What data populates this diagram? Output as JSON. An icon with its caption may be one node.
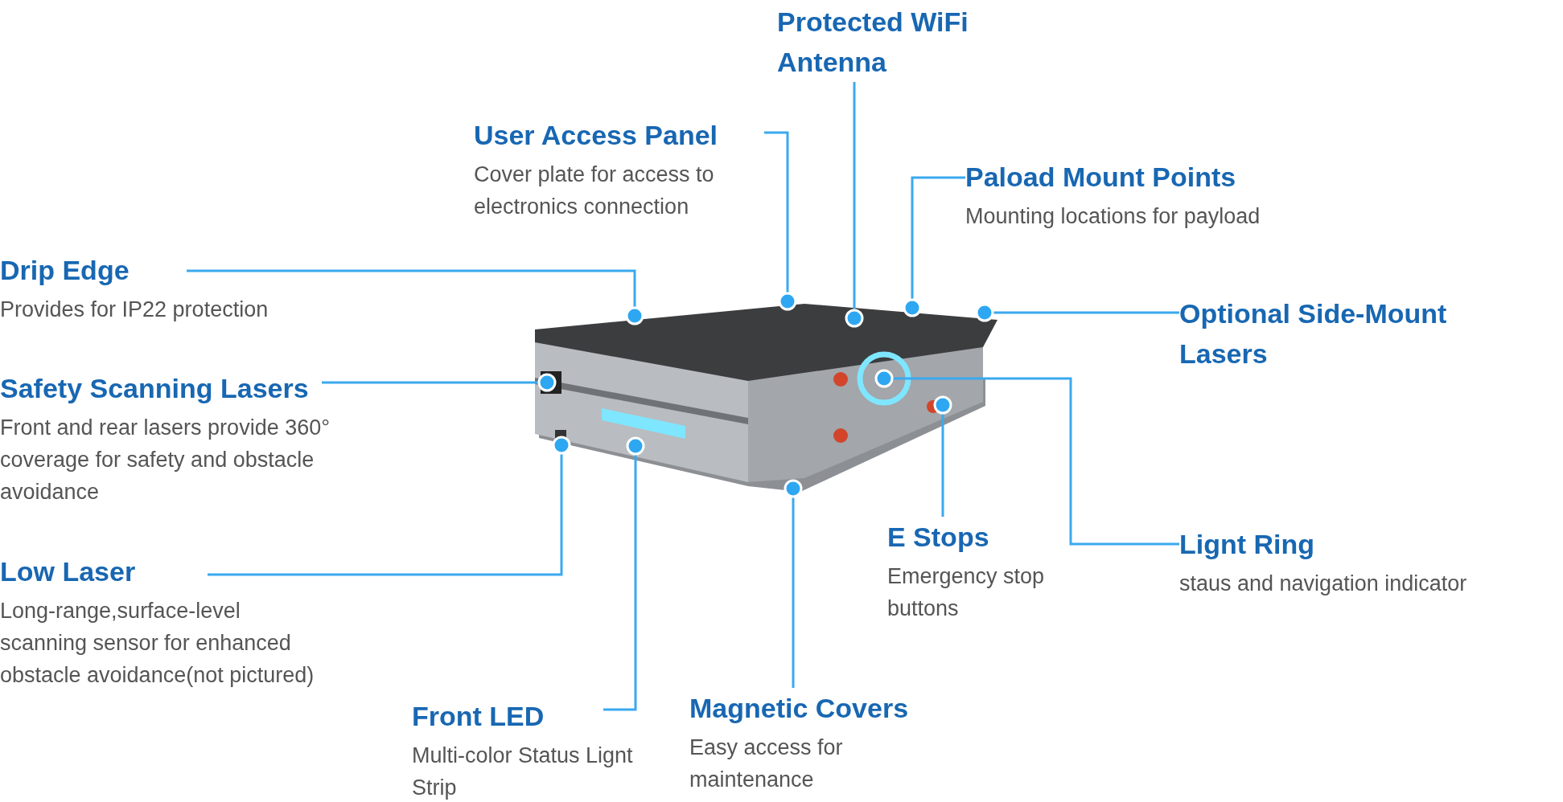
{
  "diagram": {
    "nodes": [
      {
        "text": [
          "Protected WiFi Antenna"
        ]
      },
      {
        "text": [
          "User Access Panel",
          "Cover plate for access to electronics connection"
        ]
      },
      {
        "text": [
          "Paload Mount Points",
          "Mounting locations for payload"
        ]
      },
      {
        "text": [
          "Drip Edge",
          "Provides for IP22 protection"
        ]
      },
      {
        "text": [
          "Optional Side-Mount Lasers"
        ]
      },
      {
        "text": [
          "Safety Scanning Lasers",
          "Front and rear lasers provide 360° coverage for safety and obstacle avoidance"
        ]
      },
      {
        "text": [
          "E Stops",
          "Emergency stop buttons"
        ]
      },
      {
        "text": [
          "Lignt Ring",
          "staus and navigation indicator"
        ]
      },
      {
        "text": [
          "Low Laser",
          "Long-range,surface-level scanning sensor for enhanced obstacle avoidance(not pictured)"
        ]
      },
      {
        "text": [
          "Front LED",
          "Multi-color Status Lignt Strip"
        ]
      },
      {
        "text": [
          "Magnetic Covers",
          "Easy access for maintenance"
        ]
      },
      {
        "text": [],
        "shape": "picture"
      }
    ],
    "edges": [
      {
        "from": 0,
        "to": 11,
        "arrow": "other"
      },
      {
        "from": 1,
        "to": 11,
        "arrow": "other"
      },
      {
        "from": 2,
        "to": 11,
        "arrow": "other"
      },
      {
        "from": 3,
        "to": 11,
        "arrow": "other"
      },
      {
        "from": 4,
        "to": 11,
        "arrow": "other"
      },
      {
        "from": 5,
        "to": 11,
        "arrow": "other"
      },
      {
        "from": 6,
        "to": 11,
        "arrow": "other"
      },
      {
        "from": 7,
        "to": 11,
        "arrow": "other"
      },
      {
        "from": 8,
        "to": 11,
        "arrow": "other"
      },
      {
        "from": 9,
        "to": 11,
        "arrow": "other"
      },
      {
        "from": 10,
        "to": 11,
        "arrow": "other"
      }
    ]
  }
}
